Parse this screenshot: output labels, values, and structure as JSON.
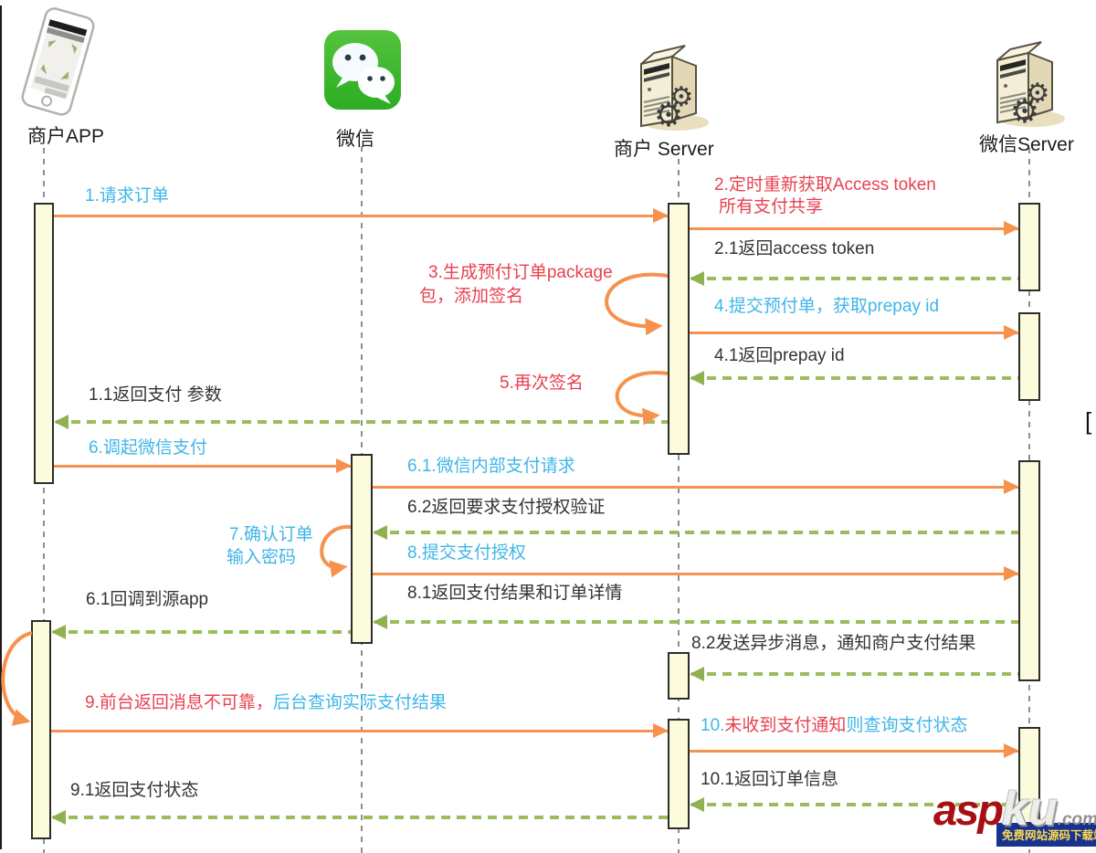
{
  "actors": [
    {
      "label": "商户APP",
      "icon": "phone-icon"
    },
    {
      "label": "微信",
      "icon": "wechat-icon"
    },
    {
      "label": "商户 Server",
      "icon": "server-icon"
    },
    {
      "label": "微信Server",
      "icon": "server-icon"
    }
  ],
  "messages": {
    "m1": "1.请求订单",
    "m2a": "2.定时重新获取Access token",
    "m2b": "所有支付共享",
    "m21": "2.1返回access token",
    "m3a": "3.生成预付订单package",
    "m3b": "包，添加签名",
    "m4": "4.提交预付单，获取prepay id",
    "m41": "4.1返回prepay id",
    "m5": "5.再次签名",
    "m11": "1.1返回支付 参数",
    "m6": "6.调起微信支付",
    "m61": "6.1.微信内部支付请求",
    "m62": "6.2返回要求支付授权验证",
    "m7a": "7.确认订单",
    "m7b": "输入密码",
    "m8": "8.提交支付授权",
    "m81": "8.1返回支付结果和订单详情",
    "m61b": "6.1回调到源app",
    "m82": "8.2发送异步消息，通知商户支付结果",
    "m9a": "9.前台返回消息不可靠，",
    "m9b": "后台查询实际支付结果",
    "m91": "9.1返回支付状态",
    "m10a": "10.",
    "m10b": "未收到支付通知",
    "m10c": "则查询支付状态",
    "m101": "10.1返回订单信息"
  },
  "colors": {
    "arrow_orange": "#F6924E",
    "return_green": "#9CBC5C",
    "text_blue": "#3FB6E8",
    "text_red": "#E8414F",
    "text_black": "#333333",
    "activation_fill": "#FCFBDC",
    "wechat_green": "#3BB62D"
  },
  "edge_char": "[",
  "watermark": {
    "part1": "asp",
    "part2": "ku",
    "part3": ".com",
    "tagline": "免费网站源码下载站!"
  }
}
